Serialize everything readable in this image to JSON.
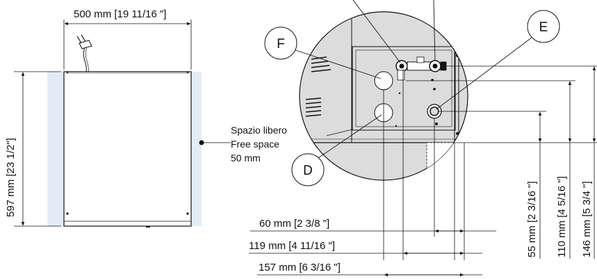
{
  "dimensions": {
    "width_top": "500 mm [19 11/16 \"]",
    "height_left": "597 mm  [23 1/2\"]",
    "h60": "60 mm [2 3/8 \"]",
    "h119": "119 mm [4 11/16 \"]",
    "h157": "157 mm [6 3/16 \"]",
    "v55": "55 mm [2 3/16 \"]",
    "v110": "110 mm [4 5/16 \"]",
    "v146": "146 mm [5 3/4 \"]"
  },
  "free_space": {
    "line1": "Spazio libero",
    "line2": "Free space",
    "line3": "50 mm"
  },
  "callouts": {
    "F": "F",
    "E": "E",
    "D": "D"
  },
  "colors": {
    "free_space_fill": "#e3ecf6",
    "detail_fill": "#dcdcdc",
    "line": "#111111"
  }
}
